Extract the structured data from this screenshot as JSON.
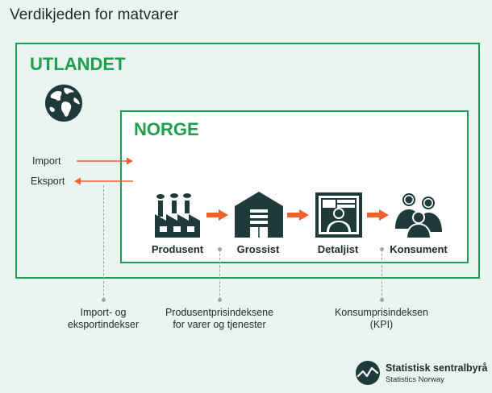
{
  "title": "Verdikjeden for matvarer",
  "outer": {
    "label": "UTLANDET",
    "icon": "globe-icon"
  },
  "inner": {
    "label": "NORGE"
  },
  "trade": {
    "import_label": "Import",
    "export_label": "Eksport"
  },
  "chain": [
    {
      "label": "Produsent",
      "icon": "factory-icon"
    },
    {
      "label": "Grossist",
      "icon": "warehouse-icon"
    },
    {
      "label": "Detaljist",
      "icon": "shop-icon"
    },
    {
      "label": "Konsument",
      "icon": "consumers-icon"
    }
  ],
  "notes": {
    "trade_index": [
      "Import- og",
      "eksportindekser"
    ],
    "producer_index": [
      "Produsentprisindeksene",
      "for varer og tjenester"
    ],
    "consumer_index": [
      "Konsumprisindeksen",
      "(KPI)"
    ]
  },
  "branding": {
    "name": "Statistisk sentralbyrå",
    "subtitle": "Statistics Norway",
    "logo": "ssb-logo-icon"
  },
  "colors": {
    "background": "#e9f3ef",
    "frame_green": "#1e9e4e",
    "arrow_orange": "#f0612e",
    "icon_dark": "#1f3a3a"
  }
}
